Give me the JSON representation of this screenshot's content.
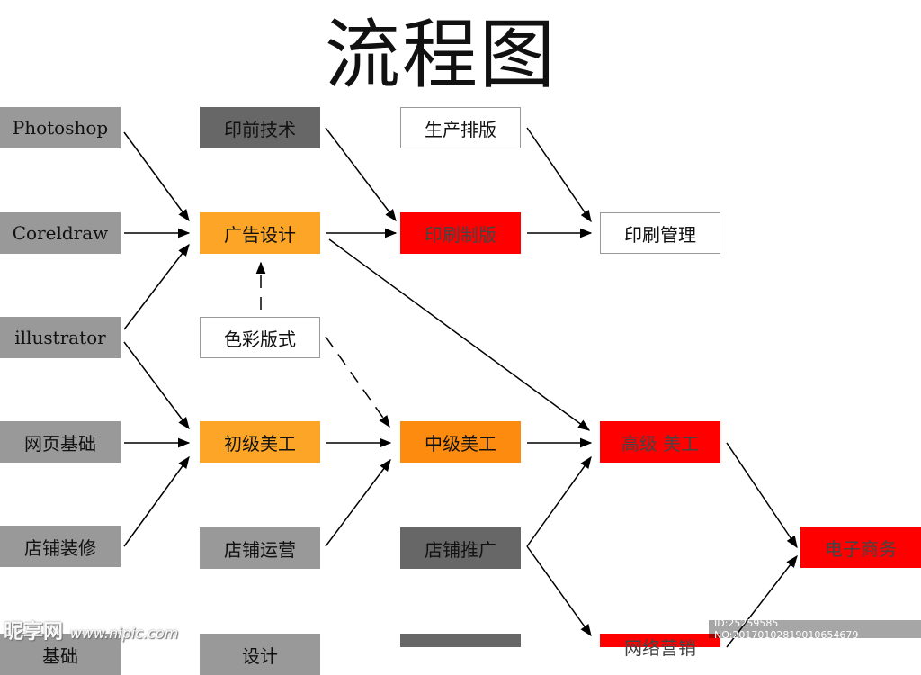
{
  "title": "流程图",
  "nodes": {
    "photoshop": "Photoshop",
    "coreldraw": "Coreldraw",
    "illustrator": "illustrator",
    "web_basics": "网页基础",
    "shop_decor": "店铺装修",
    "basics": "基础",
    "prepress": "印前技术",
    "ad_design": "广告设计",
    "color_layout": "色彩版式",
    "junior_artist": "初级美工",
    "shop_ops": "店铺运营",
    "design": "设计",
    "production_layout": "生产排版",
    "print_plate": "印刷制版",
    "mid_artist": "中级美工",
    "shop_promo": "店铺推广",
    "print_mgmt": "印刷管理",
    "senior_artist": "高级 美工",
    "network_marketing": "网络营销",
    "ecommerce": "电子商务"
  },
  "watermark": {
    "site_name": "昵享网",
    "site_url": "www.nipic.com",
    "id_text": "ID:25259585 NO:20170102819010654679"
  }
}
